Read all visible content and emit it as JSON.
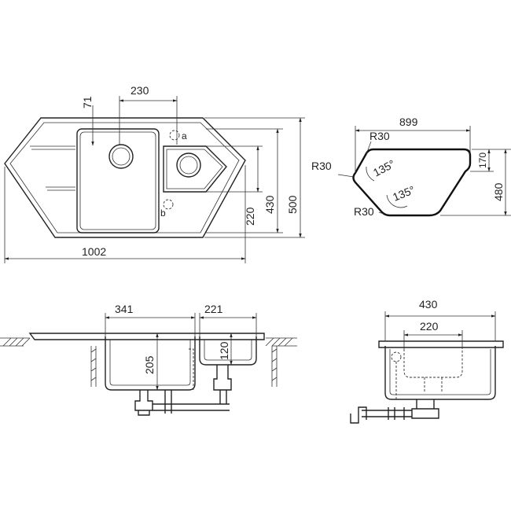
{
  "top_view": {
    "dim_overall_width": "1002",
    "dim_overall_depth": "500",
    "dim_bowl_offset": "230",
    "dim_71": "71",
    "dim_430": "430",
    "dim_220": "220",
    "label_a": "a",
    "label_b": "b"
  },
  "cutout": {
    "dim_width": "899",
    "dim_depth": "480",
    "dim_170": "170",
    "radius_top": "R30",
    "radius_left": "R30",
    "radius_bottom": "R30",
    "angle_1": "135°",
    "angle_2": "135°"
  },
  "side_section": {
    "dim_main_bowl": "341",
    "dim_small_bowl": "221",
    "dim_depth_main": "205",
    "dim_depth_small": "120"
  },
  "end_section": {
    "dim_width": "430",
    "dim_inner": "220"
  }
}
